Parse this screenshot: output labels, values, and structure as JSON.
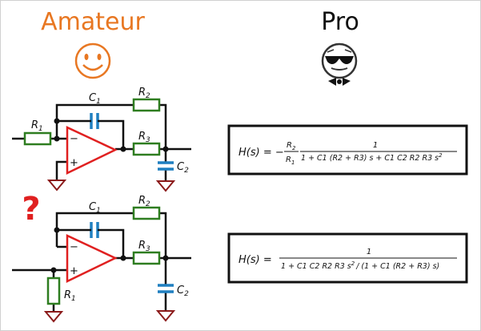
{
  "headers": {
    "amateur": "Amateur",
    "pro": "Pro",
    "question_mark": "?"
  },
  "circuit1": {
    "r1": "R",
    "r1_sub": "1",
    "c1": "C",
    "c1_sub": "1",
    "r2": "R",
    "r2_sub": "2",
    "r3": "R",
    "r3_sub": "3",
    "c2": "C",
    "c2_sub": "2",
    "minus": "−",
    "plus": "+"
  },
  "circuit2": {
    "r1": "R",
    "r1_sub": "1",
    "c1": "C",
    "c1_sub": "1",
    "r2": "R",
    "r2_sub": "2",
    "r3": "R",
    "r3_sub": "3",
    "c2": "C",
    "c2_sub": "2",
    "minus": "−",
    "plus": "+"
  },
  "equation1": {
    "lhs": "H(s) = −",
    "frac1_num": "R",
    "frac1_num_sub": "2",
    "frac1_den": "R",
    "frac1_den_sub": "1",
    "frac2_num": "1",
    "frac2_den": "1 + C1 (R2 + R3) s + C1 C2 R2 R3 s",
    "frac2_den_sup": "2"
  },
  "equation2": {
    "lhs": "H(s) =",
    "num": "1",
    "den_a": "1 + C1 C2 R2 R3 s",
    "den_sup": "2",
    "den_b": "/ (1 + C1 (R2 + R3) s)"
  },
  "colors": {
    "amateur": "#e87722",
    "opamp": "#e02020",
    "resistor": "#2e7d20",
    "capacitor": "#1f7fc0",
    "ground": "#8b1a1a"
  }
}
